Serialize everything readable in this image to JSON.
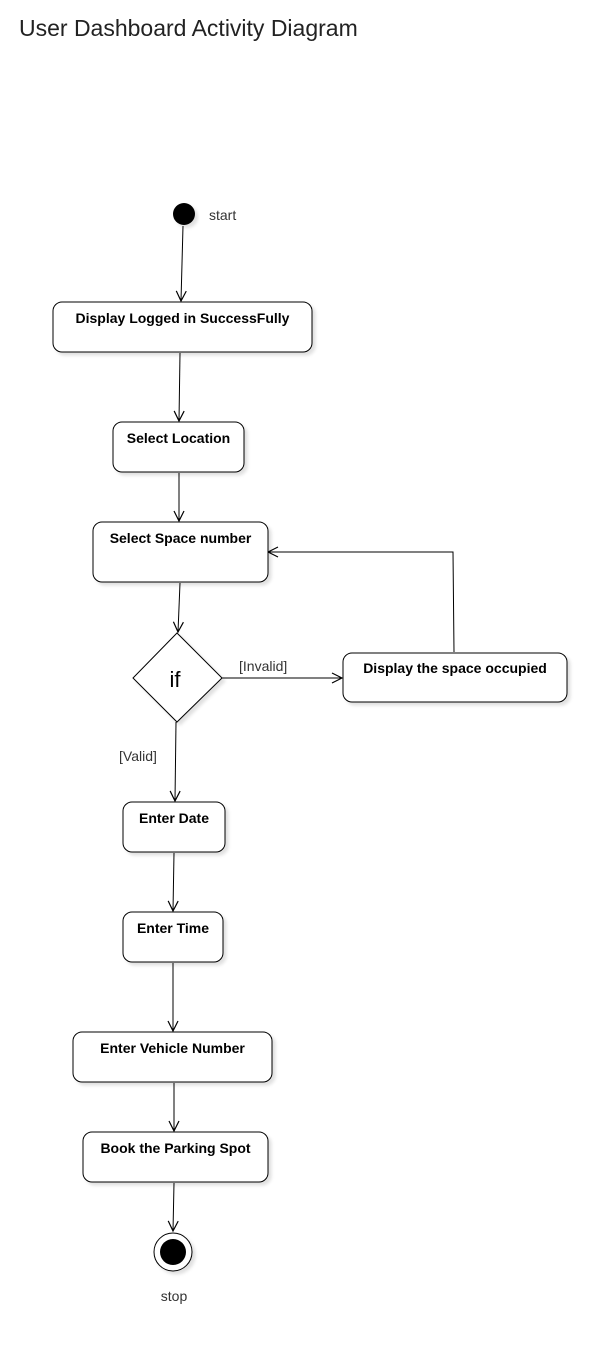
{
  "title": "User Dashboard Activity Diagram",
  "start": {
    "label": "start"
  },
  "stop": {
    "label": "stop"
  },
  "nodes": {
    "display_logged_in": "Display Logged in SuccessFully",
    "select_location": "Select Location",
    "select_space_number": "Select Space number",
    "display_space_occupied": "Display the space occupied",
    "enter_date": "Enter Date",
    "enter_time": "Enter Time",
    "enter_vehicle_number": "Enter Vehicle Number",
    "book_parking_spot": "Book the Parking Spot"
  },
  "decision": {
    "label": "if"
  },
  "guards": {
    "invalid": "[Invalid]",
    "valid": "[Valid]"
  }
}
